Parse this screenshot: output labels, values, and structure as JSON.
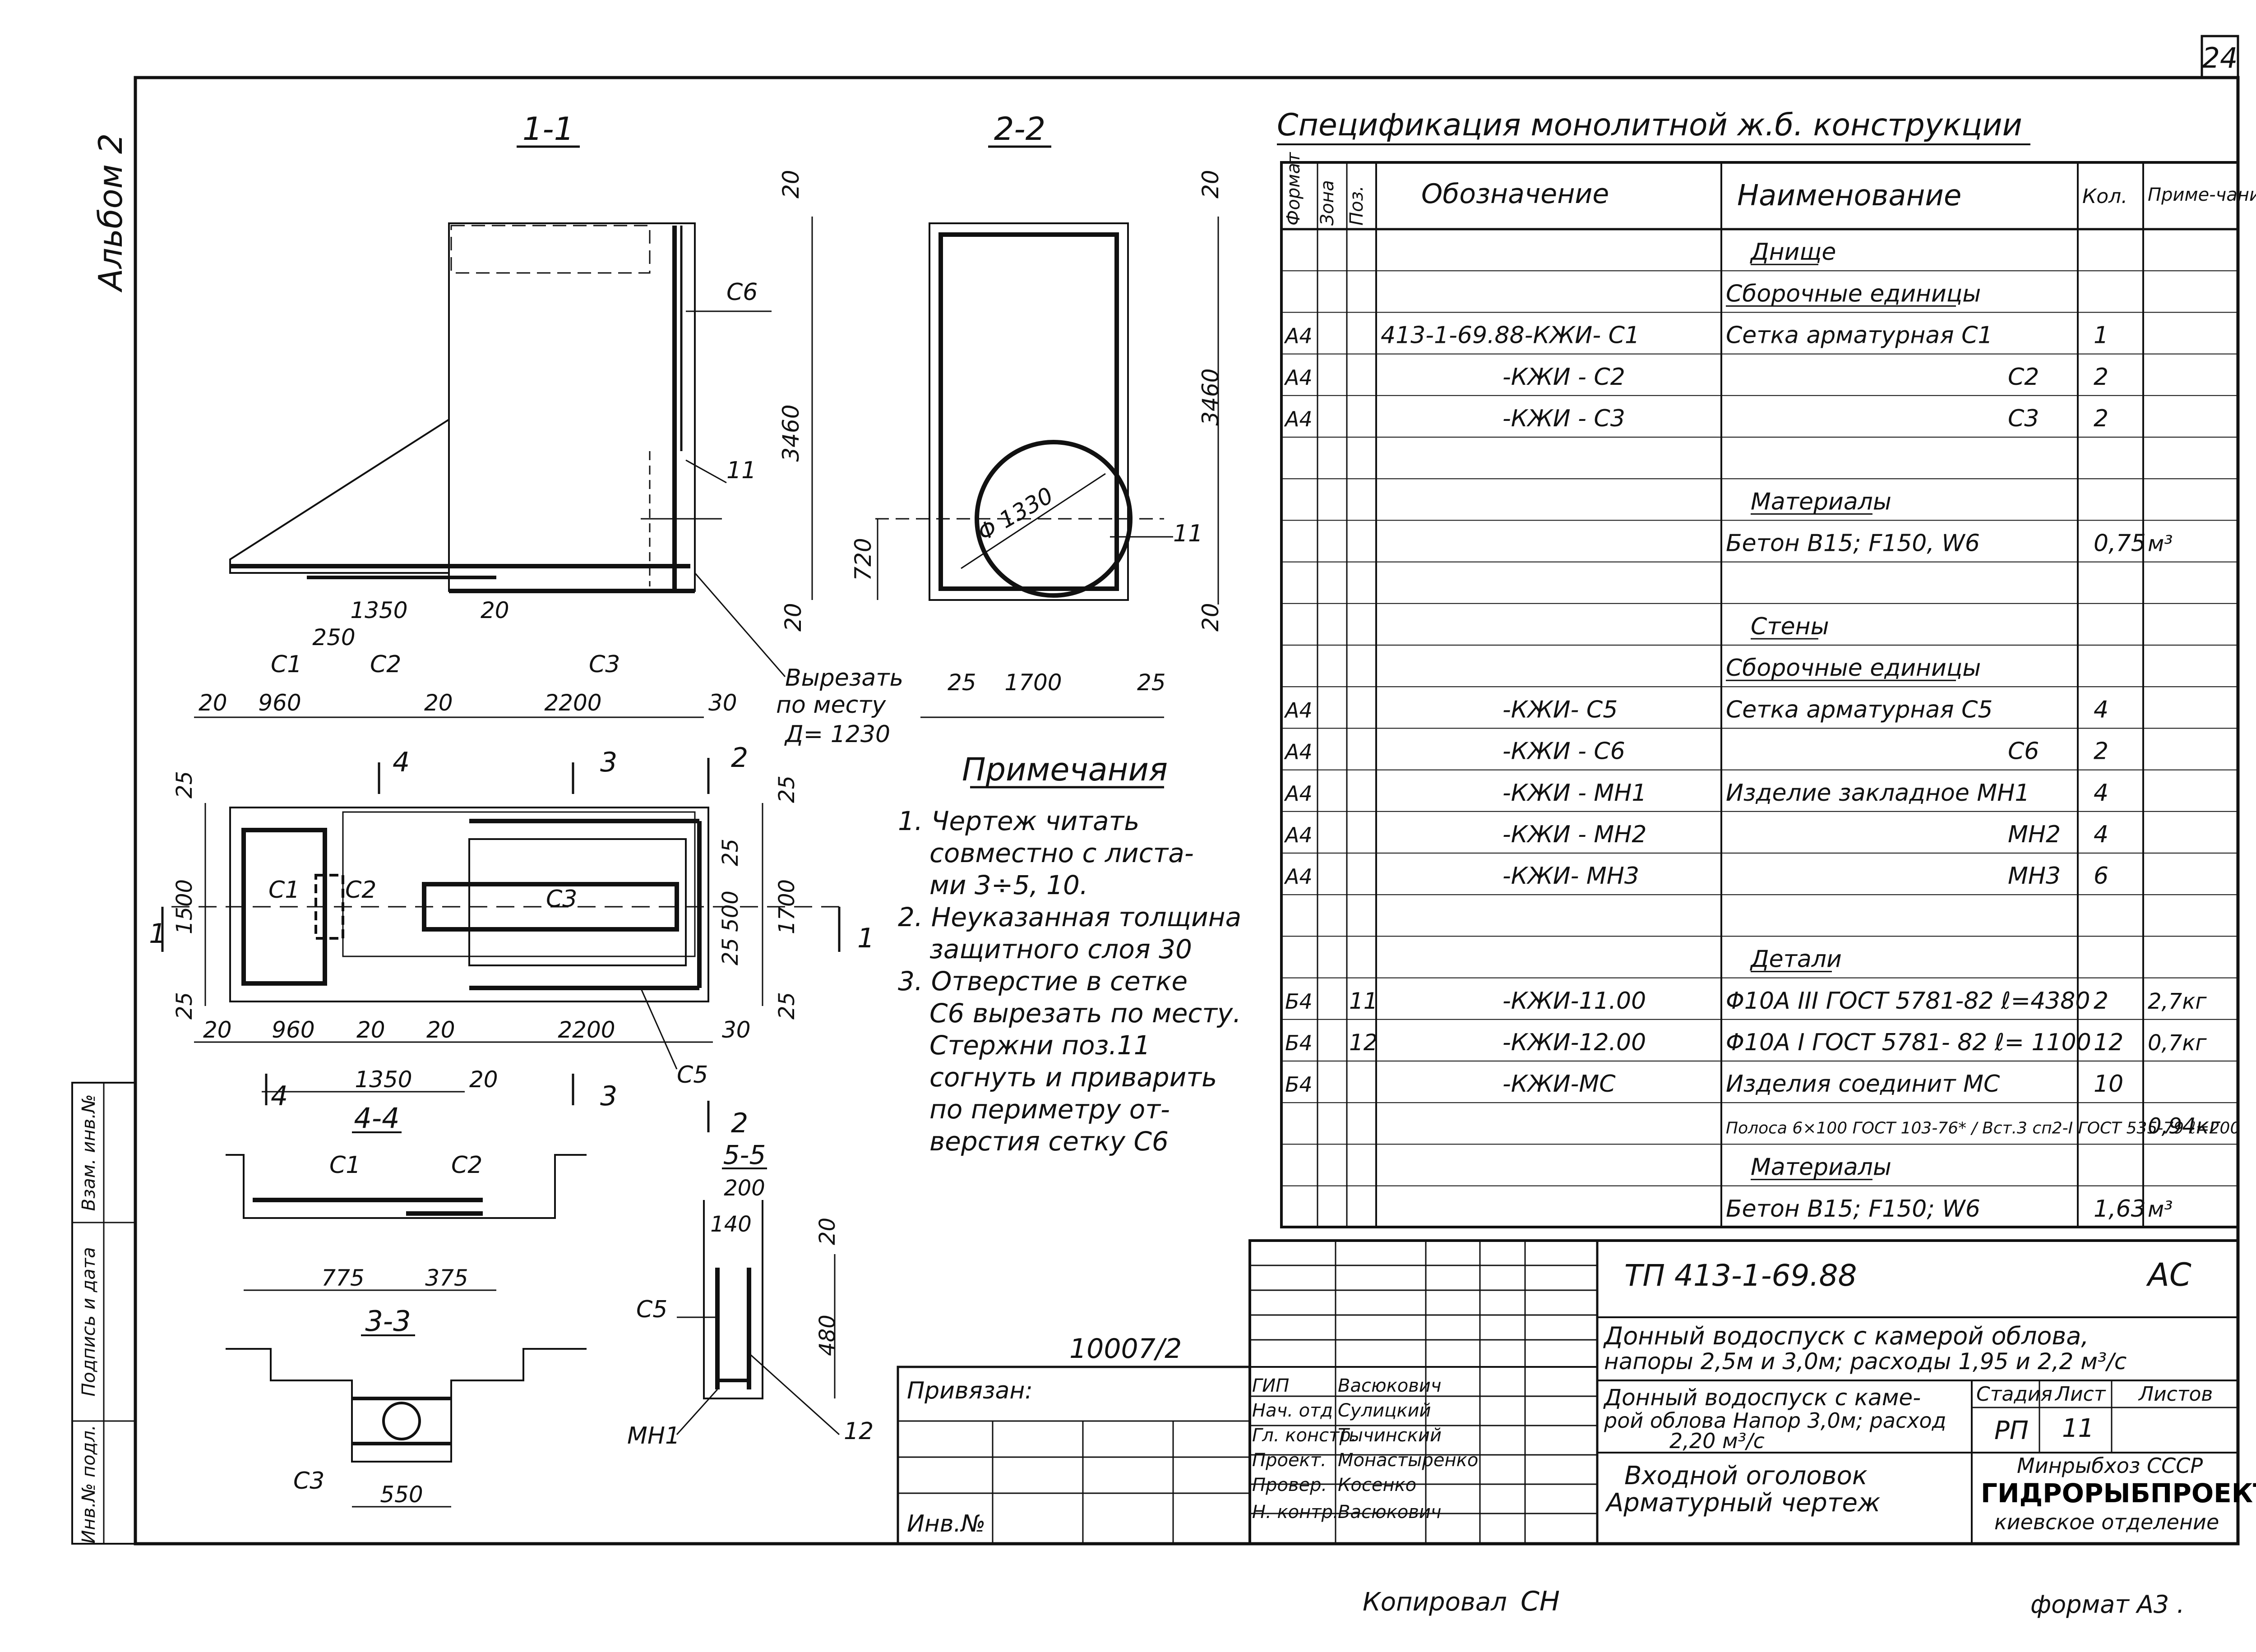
{
  "sheet_number": "24",
  "album_label": "Альбом 2",
  "side_stamp": [
    "Инв.№ подл.",
    "Подпись и дата",
    "Взам. инв.№"
  ],
  "sections": {
    "s11": "1-1",
    "s22": "2-2",
    "s44": "4-4",
    "s55": "5-5",
    "s33": "3-3"
  },
  "dims": {
    "d20a": "20",
    "d3460a": "3460",
    "d20b": "20",
    "d1350": "1350",
    "d20c": "20",
    "d250": "250",
    "d20d": "20",
    "d960": "960",
    "d20e": "20",
    "d2200": "2200",
    "d30": "30",
    "d20f": "20",
    "d3460b": "3460",
    "d720": "720",
    "d20g": "20",
    "d25a": "25",
    "d1700": "1700",
    "d25b": "25",
    "phi1330": "Φ 1330",
    "p25a": "25",
    "p1500": "1500",
    "p25b": "25",
    "p25c": "25",
    "p25d": "25",
    "p500": "500",
    "p25e": "25",
    "p1700": "1700",
    "p20a": "20",
    "p960": "960",
    "p20b": "20",
    "p20c": "20",
    "p2200": "2200",
    "p30": "30",
    "p1350": "1350",
    "p20d": "20",
    "d775": "775",
    "d375": "375",
    "d200": "200",
    "d140": "140",
    "d20h": "20",
    "d480": "480",
    "d550": "550"
  },
  "labels": {
    "C6": "С6",
    "n11a": "11",
    "n11b": "11",
    "C1a": "С1",
    "C2a": "С2",
    "C3a": "С3",
    "C1b": "С1",
    "C2b": "С2",
    "C3b": "С3",
    "C5a": "С5",
    "C1c": "С1",
    "C2c": "С2",
    "C5b": "С5",
    "MH1": "МН1",
    "n12": "12",
    "C3c": "С3",
    "cut_mark": "Вырезать по месту Д= 1230",
    "cut_1": "Вырезать",
    "cut_2": "по месту",
    "cut_3": "Д= 1230",
    "mark1": "1",
    "mark1b": "1",
    "mark2": "2",
    "mark2b": "2",
    "mark3": "3",
    "mark3b": "3",
    "mark4": "4",
    "mark4b": "4"
  },
  "notes": {
    "title": "Примечания",
    "lines": [
      "1. Чертеж читать",
      "совместно с листа-",
      "ми 3÷5, 10.",
      "2. Неуказанная толщина",
      "защитного слоя 30",
      "3. Отверстие в сетке",
      "С6 вырезать по месту.",
      "Стержни поз.11",
      "согнуть и приварить",
      "по периметру от-",
      "верстия сетку С6"
    ]
  },
  "spec": {
    "title": "Спецификация монолитной ж.б. конструкции",
    "headers": [
      "Формат",
      "Зона",
      "Поз.",
      "Обозначение",
      "Наименование",
      "Кол.",
      "Приме-чание"
    ],
    "rows": [
      {
        "fmt": "",
        "zone": "",
        "pos": "",
        "des": "",
        "name": "Днище",
        "qty": "",
        "note": ""
      },
      {
        "fmt": "",
        "zone": "",
        "pos": "",
        "des": "",
        "name": "Сборочные единицы",
        "qty": "",
        "note": ""
      },
      {
        "fmt": "А4",
        "zone": "",
        "pos": "",
        "des": "413-1-69.88-КЖИ- С1",
        "name": "Сетка арматурная      С1",
        "qty": "1",
        "note": ""
      },
      {
        "fmt": "А4",
        "zone": "",
        "pos": "",
        "des": "-КЖИ - С2",
        "name": "С2",
        "qty": "2",
        "note": ""
      },
      {
        "fmt": "А4",
        "zone": "",
        "pos": "",
        "des": "-КЖИ - С3",
        "name": "С3",
        "qty": "2",
        "note": ""
      },
      {
        "fmt": "",
        "zone": "",
        "pos": "",
        "des": "",
        "name": "",
        "qty": "",
        "note": ""
      },
      {
        "fmt": "",
        "zone": "",
        "pos": "",
        "des": "",
        "name": "Материалы",
        "qty": "",
        "note": ""
      },
      {
        "fmt": "",
        "zone": "",
        "pos": "",
        "des": "",
        "name": "Бетон В15; F150, W6",
        "qty": "0,75",
        "note": "м³"
      },
      {
        "fmt": "",
        "zone": "",
        "pos": "",
        "des": "",
        "name": "",
        "qty": "",
        "note": ""
      },
      {
        "fmt": "",
        "zone": "",
        "pos": "",
        "des": "",
        "name": "Стены",
        "qty": "",
        "note": ""
      },
      {
        "fmt": "",
        "zone": "",
        "pos": "",
        "des": "",
        "name": "Сборочные единицы",
        "qty": "",
        "note": ""
      },
      {
        "fmt": "А4",
        "zone": "",
        "pos": "",
        "des": "-КЖИ- С5",
        "name": "Сетка арматурная    С5",
        "qty": "4",
        "note": ""
      },
      {
        "fmt": "А4",
        "zone": "",
        "pos": "",
        "des": "-КЖИ - С6",
        "name": "С6",
        "qty": "2",
        "note": ""
      },
      {
        "fmt": "А4",
        "zone": "",
        "pos": "",
        "des": "-КЖИ - МН1",
        "name": "Изделие закладное   МН1",
        "qty": "4",
        "note": ""
      },
      {
        "fmt": "А4",
        "zone": "",
        "pos": "",
        "des": "-КЖИ - МН2",
        "name": "МН2",
        "qty": "4",
        "note": ""
      },
      {
        "fmt": "А4",
        "zone": "",
        "pos": "",
        "des": "-КЖИ-  МН3",
        "name": "МН3",
        "qty": "6",
        "note": ""
      },
      {
        "fmt": "",
        "zone": "",
        "pos": "",
        "des": "",
        "name": "",
        "qty": "",
        "note": ""
      },
      {
        "fmt": "",
        "zone": "",
        "pos": "",
        "des": "",
        "name": "Детали",
        "qty": "",
        "note": ""
      },
      {
        "fmt": "Б4",
        "zone": "",
        "pos": "11",
        "des": "-КЖИ-11.00",
        "name": "Φ10А III ГОСТ 5781-82 ℓ=4380",
        "qty": "2",
        "note": "2,7кг"
      },
      {
        "fmt": "Б4",
        "zone": "",
        "pos": "12",
        "des": "-КЖИ-12.00",
        "name": "Φ10А I ГОСТ 5781- 82 ℓ= 1100",
        "qty": "12",
        "note": "0,7кг"
      },
      {
        "fmt": "Б4",
        "zone": "",
        "pos": "",
        "des": "-КЖИ-МС",
        "name": "Изделия соединит  МС",
        "qty": "10",
        "note": ""
      },
      {
        "fmt": "",
        "zone": "",
        "pos": "",
        "des": "",
        "name": "Полоса 6×100 ГОСТ 103-76* / Вст.3 сп2-I ГОСТ 535-79 ℓ=200",
        "qty": "",
        "note": "0,94кг"
      },
      {
        "fmt": "",
        "zone": "",
        "pos": "",
        "des": "",
        "name": "Материалы",
        "qty": "",
        "note": ""
      },
      {
        "fmt": "",
        "zone": "",
        "pos": "",
        "des": "",
        "name": "Бетон В15; F150; W6",
        "qty": "1,63",
        "note": "м³"
      }
    ]
  },
  "title_block": {
    "code": "ТП 413-1-69.88",
    "mark": "АС",
    "project_name": "Донный водоспуск с камерой облова напоры 2,5м и 3,0м; расходы 1,95 и 2,2 м³/с",
    "project_line1": "Донный водоспуск с камерой облова,",
    "project_line2": "напоры 2,5м и 3,0м; расходы 1,95 и 2,2 м³/с",
    "object_line1": "Донный водоспуск с каме-",
    "object_line2": "рой облова Напор 3,0м; расход",
    "object_line3": "2,20 м³/с",
    "drawing_line1": "Входной оголовок",
    "drawing_line2": "Арматурный чертеж",
    "stage_header": "Стадия",
    "sheet_header": "Лист",
    "sheets_header": "Листов",
    "stage": "РП",
    "sheet": "11",
    "org1": "Минрыбхоз СССР",
    "org2": "ГИДРОРЫБПРОЕКТ",
    "org3": "киевское отделение",
    "roles": [
      "ГИП",
      "Нач. отд",
      "Гл. констр.",
      "Проект.",
      "Провер.",
      "Н. контр."
    ],
    "names": [
      "Васюкович",
      "Сулицкий",
      "Тычинский",
      "Монастыренко",
      "Косенко",
      "Васюкович"
    ],
    "tie_label": "Привязан:",
    "inv_label": "Инв.№",
    "ref_number": "10007/2"
  },
  "footer": {
    "copied": "Копировал",
    "format": "формат А3 ."
  }
}
